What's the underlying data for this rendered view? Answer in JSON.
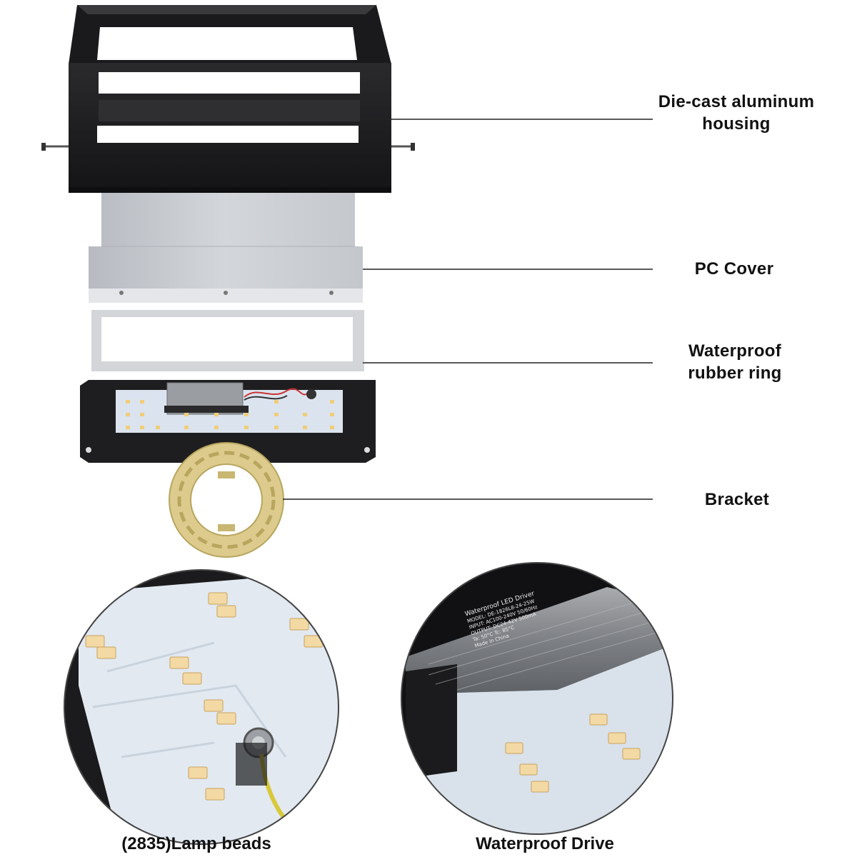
{
  "callouts": {
    "housing": {
      "line1": "Die-cast aluminum",
      "line2": "housing"
    },
    "pc_cover": {
      "line1": "PC Cover"
    },
    "rubber_ring": {
      "line1": "Waterproof",
      "line2": "rubber ring"
    },
    "bracket": {
      "line1": "Bracket"
    }
  },
  "details": {
    "lamp_beads": {
      "caption": "(2835)Lamp beads"
    },
    "driver": {
      "caption": "Waterproof Drive",
      "label_lines": [
        "Waterproof LED Driver",
        "MODEL: DE-1826L8-24-25W",
        "INPUT: AC100-240V 50/60Hz",
        "OUTPUT: DC24-42V 500mA",
        "Ta: 50°C  Tc: 85°C",
        "Made in China"
      ]
    }
  },
  "colors": {
    "housing": "#1c1c1e",
    "cover": "#c9ccd0",
    "ring": "#d4d6d8",
    "board": "#dfe7f0",
    "led": "#f3d9a4",
    "bracket": "#d9c98a",
    "leader": "#222222"
  }
}
